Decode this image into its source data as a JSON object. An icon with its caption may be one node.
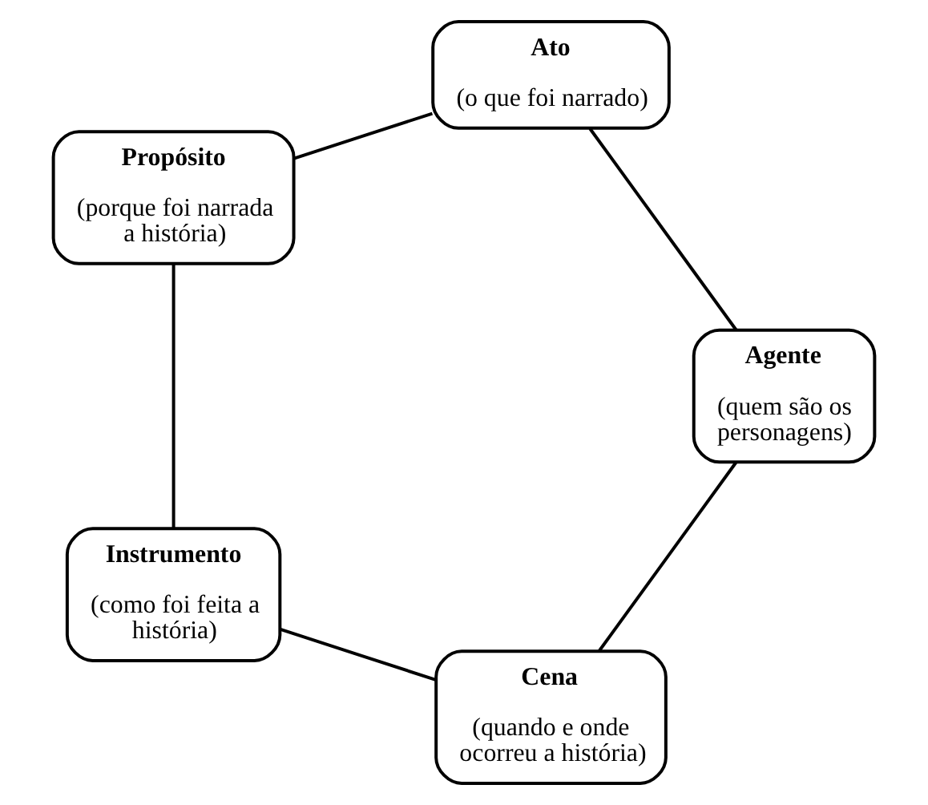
{
  "diagram": {
    "nodes": [
      {
        "text": [
          "Cena",
          "(quando e onde ocorreu a história)"
        ]
      },
      {
        "text": [
          "Agente",
          "(quem são os personagens)"
        ]
      },
      {
        "text": [
          "Instrumento",
          "(como foi feita a história)"
        ]
      },
      {
        "text": [
          "Ato",
          "(o que foi narrado)"
        ]
      },
      {
        "text": [
          "Propósito",
          "(porque foi narrada a história)"
        ]
      }
    ],
    "edges": [
      {
        "from": 0,
        "to": 2,
        "arrow": "none"
      },
      {
        "from": 2,
        "to": 4,
        "arrow": "none"
      },
      {
        "from": 4,
        "to": 3,
        "arrow": "none"
      },
      {
        "from": 3,
        "to": 1,
        "arrow": "none"
      },
      {
        "from": 1,
        "to": 0,
        "arrow": "none"
      }
    ]
  }
}
